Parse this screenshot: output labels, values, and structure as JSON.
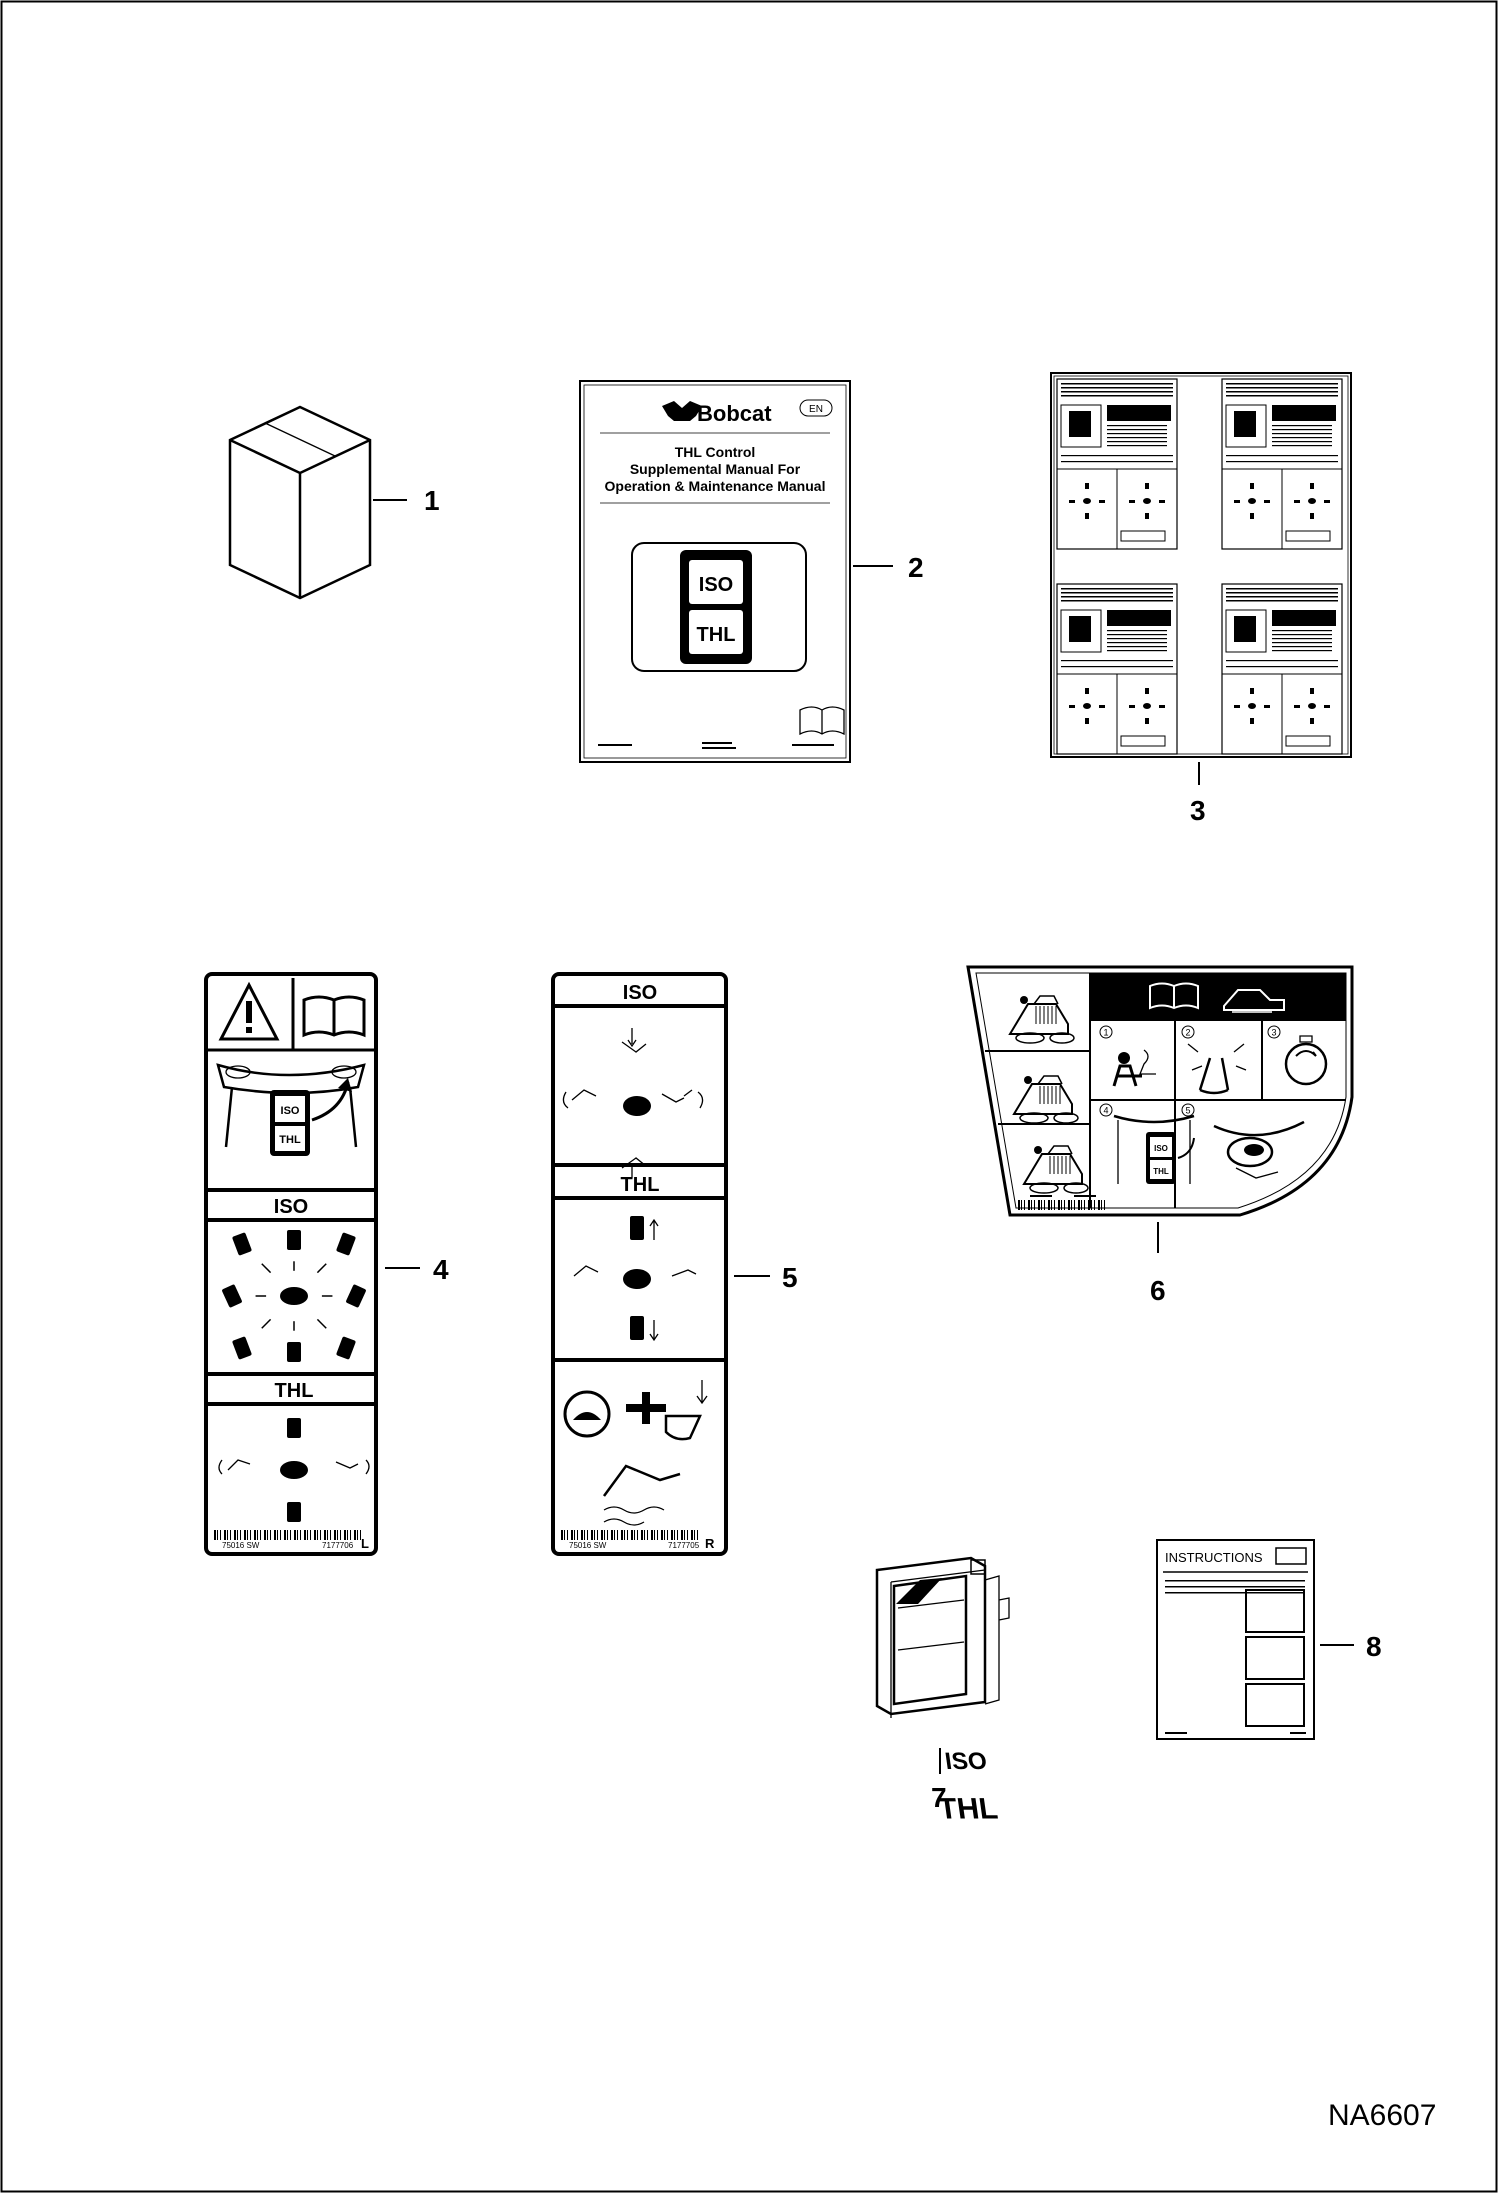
{
  "drawing_id": "NA6607",
  "callouts": [
    "1",
    "2",
    "3",
    "4",
    "5",
    "6",
    "7",
    "8"
  ],
  "manual": {
    "brand": "Bobcat",
    "lang_badge": "EN",
    "title_line1": "THL Control",
    "title_line2": "Supplemental Manual For",
    "title_line3": "Operation & Maintenance Manual",
    "switch_top": "ISO",
    "switch_bottom": "THL"
  },
  "decal_left": {
    "switch_top": "ISO",
    "switch_bottom": "THL",
    "section_iso": "ISO",
    "section_thl": "THL",
    "side": "L",
    "code1": "75016 SW",
    "code2": "7177706"
  },
  "decal_right": {
    "section_iso": "ISO",
    "section_thl": "THL",
    "side": "R",
    "code1": "75016 SW",
    "code2": "7177705"
  },
  "decal_operator": {
    "steps": [
      "1",
      "2",
      "3",
      "4",
      "5"
    ],
    "switch_top": "ISO",
    "switch_bottom": "THL"
  },
  "rocker_switch": {
    "top": "ISO",
    "bottom": "THL"
  },
  "instructions": {
    "title": "INSTRUCTIONS"
  },
  "colors": {
    "ink": "#000000",
    "paper": "#ffffff"
  }
}
